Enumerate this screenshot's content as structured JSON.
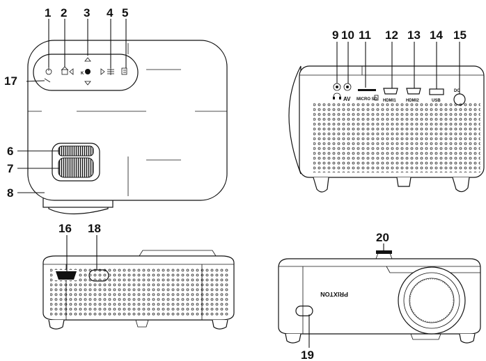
{
  "callouts": {
    "n1": "1",
    "n2": "2",
    "n3": "3",
    "n4": "4",
    "n5": "5",
    "n6": "6",
    "n7": "7",
    "n8": "8",
    "n9": "9",
    "n10": "10",
    "n11": "11",
    "n12": "12",
    "n13": "13",
    "n14": "14",
    "n15": "15",
    "n16": "16",
    "n17": "17",
    "n18": "18",
    "n19": "19",
    "n20": "20"
  },
  "port_labels": {
    "av": "AV",
    "micro_sd": "MICRO SD",
    "hdmi1": "HDMI1",
    "hdmi2": "HDMI2",
    "usb": "USB",
    "dc": "DC"
  },
  "brand": "PRIXTON",
  "icons": [
    "power-icon",
    "menu-home-icon",
    "ok-dpad-icon",
    "settings-icon",
    "source-icon",
    "headphone-icon"
  ]
}
